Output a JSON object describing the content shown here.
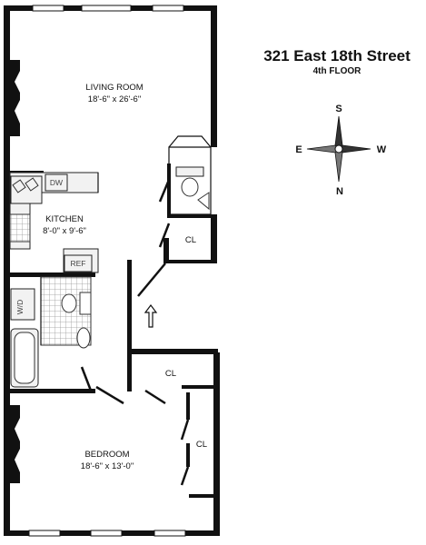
{
  "header": {
    "address": "321 East 18th Street",
    "floor": "4th FLOOR"
  },
  "rooms": {
    "living_room": {
      "name": "LIVING ROOM",
      "dims": "18'-6\" x 26'-6\""
    },
    "kitchen": {
      "name": "KITCHEN",
      "dims": "8'-0\" x 9'-6\""
    },
    "bedroom": {
      "name": "BEDROOM",
      "dims": "18'-6\" x 13'-0\""
    }
  },
  "fixtures": {
    "dishwasher": "DW",
    "refrigerator": "REF",
    "washer_dryer": "W/D",
    "closet_1": "CL",
    "closet_2": "CL",
    "closet_3": "CL"
  },
  "compass": {
    "top": "S",
    "left": "E",
    "right": "W",
    "bottom": "N"
  },
  "colors": {
    "wall": "#111111",
    "background": "#ffffff"
  }
}
